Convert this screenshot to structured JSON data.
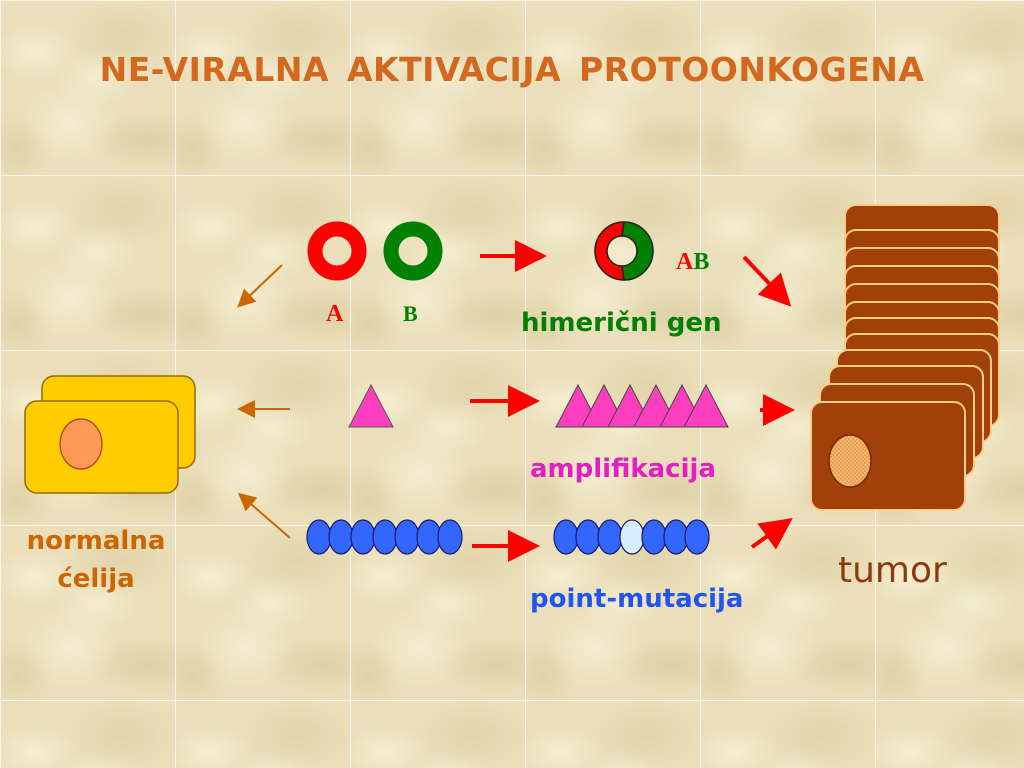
{
  "title": "NE-VIRALNA  AKTIVACIJA   PROTOONKOGENA",
  "labels": {
    "gene_a": "A",
    "gene_b": "B",
    "chimeric_a": "A",
    "chimeric_b": "B",
    "chimeric_gene": "himerični gen",
    "amplification": "amplifikacija",
    "point_mutation": "point-mutacija",
    "normal_cell_line1": "normalna",
    "normal_cell_line2": "ćelija",
    "tumor": "tumor"
  },
  "colors": {
    "title": "#d2691e",
    "gene_a": "#ff0000",
    "gene_b": "#008000",
    "chimeric_label": "#008000",
    "triangle": "#ff3fbf",
    "amplification_label": "#e020c0",
    "bead": "#3366ff",
    "bead_mutated": "#d6ecff",
    "point_mutation_label": "#2255ee",
    "cell_fill": "#ffcc00",
    "nucleus": "#ff9955",
    "tumor_fill": "#a0400a",
    "arrow_red": "#ff0000",
    "arrow_brown": "#cc6600",
    "normal_cell_label": "#cc6600",
    "tumor_label": "#8b3a0f"
  },
  "icons": [
    "ring-icon",
    "triangle-icon",
    "bead-icon",
    "arrow-icon",
    "cell-icon",
    "tumor-cell-stack-icon"
  ]
}
